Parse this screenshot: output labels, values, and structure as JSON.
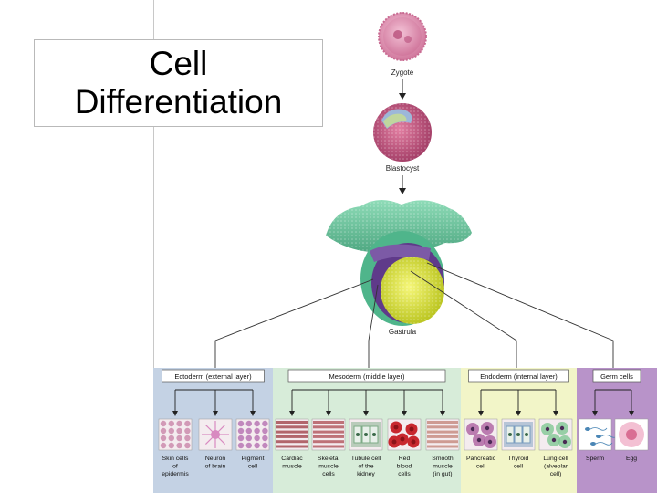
{
  "slide": {
    "title_line1": "Cell",
    "title_line2": "Differentiation"
  },
  "diagram": {
    "stages": {
      "zygote": "Zygote",
      "blastocyst": "Blastocyst",
      "gastrula": "Gastrula"
    },
    "layers": [
      {
        "label": "Ectoderm (external layer)",
        "color": "#c4d2e4",
        "cells": [
          {
            "label": [
              "Skin cells",
              "of",
              "epidermis"
            ],
            "icon": "skin-cells-icon",
            "color": "#c986a9"
          },
          {
            "label": [
              "Neuron",
              "of brain"
            ],
            "icon": "neuron-icon",
            "color": "#d88ac0"
          },
          {
            "label": [
              "Pigment",
              "cell"
            ],
            "icon": "pigment-cell-icon",
            "color": "#b46fb0"
          }
        ]
      },
      {
        "label": "Mesoderm (middle layer)",
        "color": "#d7ecd9",
        "cells": [
          {
            "label": [
              "Cardiac",
              "muscle"
            ],
            "icon": "cardiac-muscle-icon",
            "color": "#a64f55"
          },
          {
            "label": [
              "Skeletal",
              "muscle",
              "cells"
            ],
            "icon": "skeletal-muscle-icon",
            "color": "#b45d63"
          },
          {
            "label": [
              "Tubule cell",
              "of the",
              "kidney"
            ],
            "icon": "tubule-cell-icon",
            "color": "#7eab87"
          },
          {
            "label": [
              "Red",
              "blood",
              "cells"
            ],
            "icon": "red-blood-cells-icon",
            "color": "#c8282f"
          },
          {
            "label": [
              "Smooth",
              "muscle",
              "(in gut)"
            ],
            "icon": "smooth-muscle-icon",
            "color": "#c78d83"
          }
        ]
      },
      {
        "label": "Endoderm (internal layer)",
        "color": "#f2f5c8",
        "cells": [
          {
            "label": [
              "Pancreatic",
              "cell"
            ],
            "icon": "pancreatic-cell-icon",
            "color": "#a8579b"
          },
          {
            "label": [
              "Thyroid",
              "cell"
            ],
            "icon": "thyroid-cell-icon",
            "color": "#7a9dbf"
          },
          {
            "label": [
              "Lung cell",
              "(alveolar",
              "cell)"
            ],
            "icon": "lung-cell-icon",
            "color": "#7ac58d"
          }
        ]
      },
      {
        "label": "Germ cells",
        "color": "#b893c9",
        "cells": [
          {
            "label": [
              "Sperm"
            ],
            "icon": "sperm-icon",
            "color": "#4a86b5"
          },
          {
            "label": [
              "Egg"
            ],
            "icon": "egg-icon",
            "color": "#d96e93"
          }
        ]
      }
    ]
  }
}
